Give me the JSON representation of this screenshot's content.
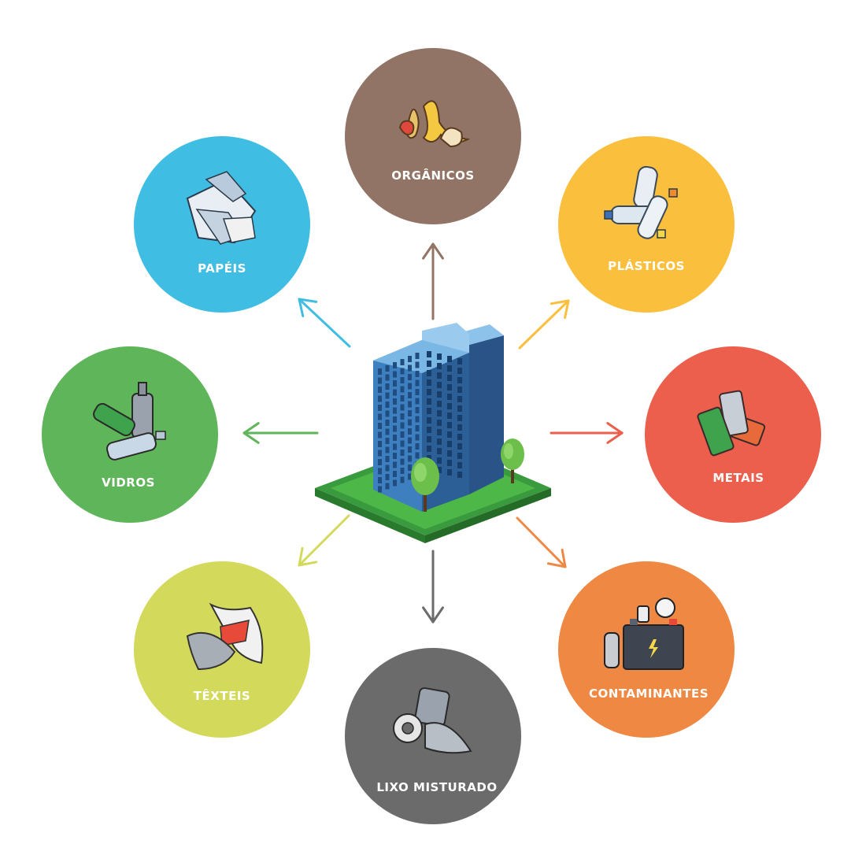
{
  "categories": [
    {
      "id": "organicos",
      "label": "ORGÂNICOS",
      "color": "#917466",
      "arrow_color": "#917466",
      "icon": "organic-waste-icon"
    },
    {
      "id": "plasticos",
      "label": "PLÁSTICOS",
      "color": "#FBBF3E",
      "arrow_color": "#FBBF3E",
      "icon": "plastic-bottles-icon"
    },
    {
      "id": "metais",
      "label": "METAIS",
      "color": "#EC5F4C",
      "arrow_color": "#EC5F4C",
      "icon": "metal-cans-icon"
    },
    {
      "id": "contaminantes",
      "label": "CONTAMINANTES",
      "color": "#EF8843",
      "arrow_color": "#EF8843",
      "icon": "hazardous-battery-bulb-icon"
    },
    {
      "id": "lixo_misturado",
      "label": "LIXO MISTURADO",
      "color": "#6B6B6B",
      "arrow_color": "#6B6B6B",
      "icon": "mixed-waste-icon"
    },
    {
      "id": "texteis",
      "label": "TÊXTEIS",
      "color": "#D3D95A",
      "arrow_color": "#D3D95A",
      "icon": "textile-rags-icon"
    },
    {
      "id": "vidros",
      "label": "VIDROS",
      "color": "#5FB55A",
      "arrow_color": "#5FB55A",
      "icon": "glass-bottles-icon"
    },
    {
      "id": "papeis",
      "label": "PAPÉIS",
      "color": "#3FBDE2",
      "arrow_color": "#3FBDE2",
      "icon": "crumpled-paper-icon"
    }
  ],
  "center": {
    "icon": "office-building-icon"
  }
}
